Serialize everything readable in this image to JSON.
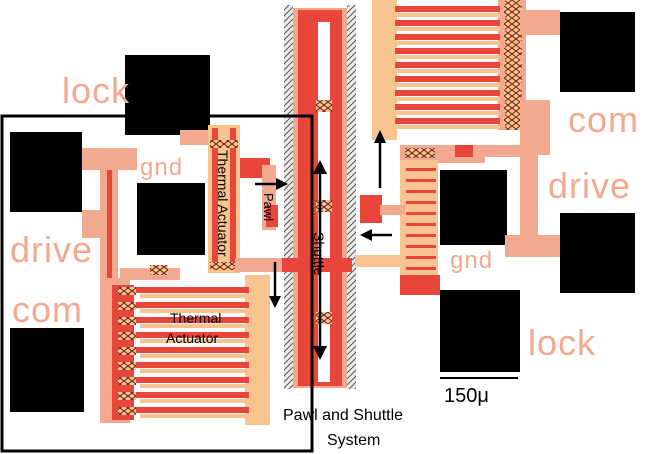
{
  "labels": {
    "lock_top": "lock",
    "gnd_left": "gnd",
    "drive_left": "drive",
    "com_left": "com",
    "com_right": "com",
    "drive_right": "drive",
    "gnd_right": "gnd",
    "lock_right": "lock",
    "thermal_actuator_vertical": "Thermal Actuator",
    "pawl": "Pawl",
    "shuttle": "Shuttle",
    "thermal_actuator_lower_1": "Thermal",
    "thermal_actuator_lower_2": "Actuator",
    "pawl_shuttle_1": "Pawl and Shuttle",
    "pawl_shuttle_2": "System",
    "scale_bar": "150μ"
  },
  "colors": {
    "pad": "#000000",
    "layer_light": "#f7c38e",
    "layer_mid": "#f3a98f",
    "layer_red": "#e8463a",
    "hatch": "#cfcfcf"
  }
}
